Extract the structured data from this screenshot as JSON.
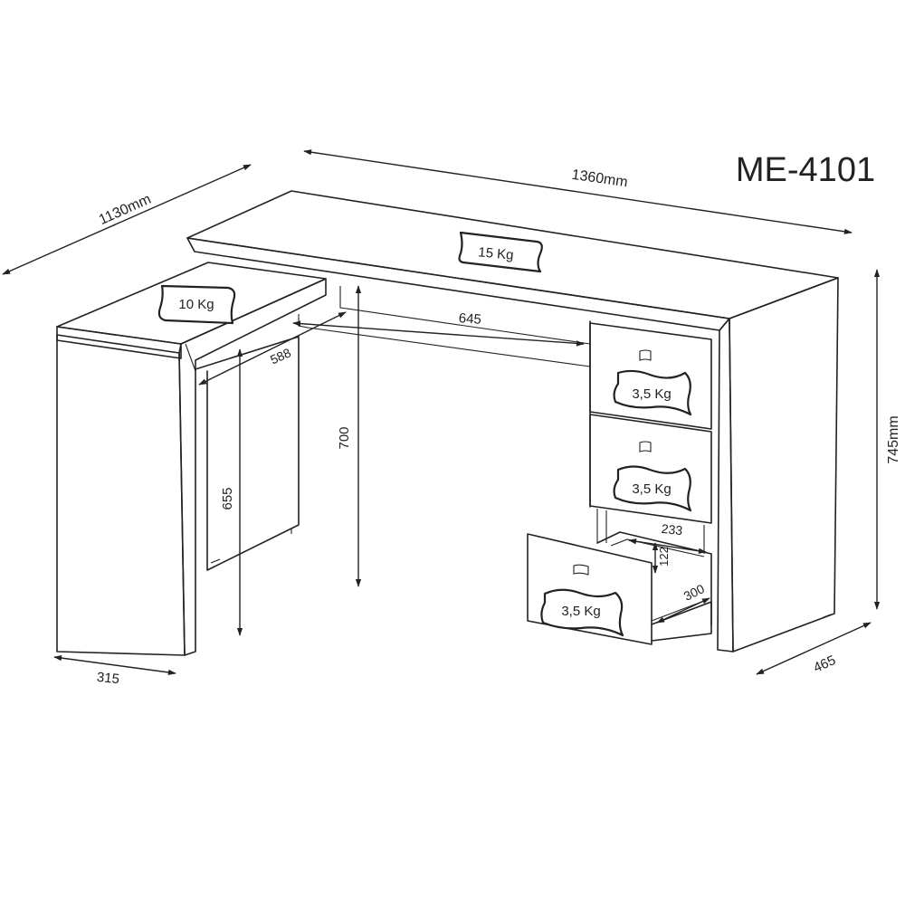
{
  "model": "ME-4101",
  "dimensions": {
    "total_width": "1360mm",
    "depth_side": "1130mm",
    "height": "745mm",
    "side_depth": "465",
    "return_width": "315",
    "knee_width": "645",
    "knee_height": "700",
    "return_opening_width": "588",
    "return_opening_height": "655",
    "drawer_width": "233",
    "drawer_height": "122",
    "drawer_depth": "300"
  },
  "loads": {
    "top": "15 Kg",
    "return_top": "10 Kg",
    "drawer_1": "3,5 Kg",
    "drawer_2": "3,5 Kg",
    "drawer_3": "3,5 Kg"
  }
}
